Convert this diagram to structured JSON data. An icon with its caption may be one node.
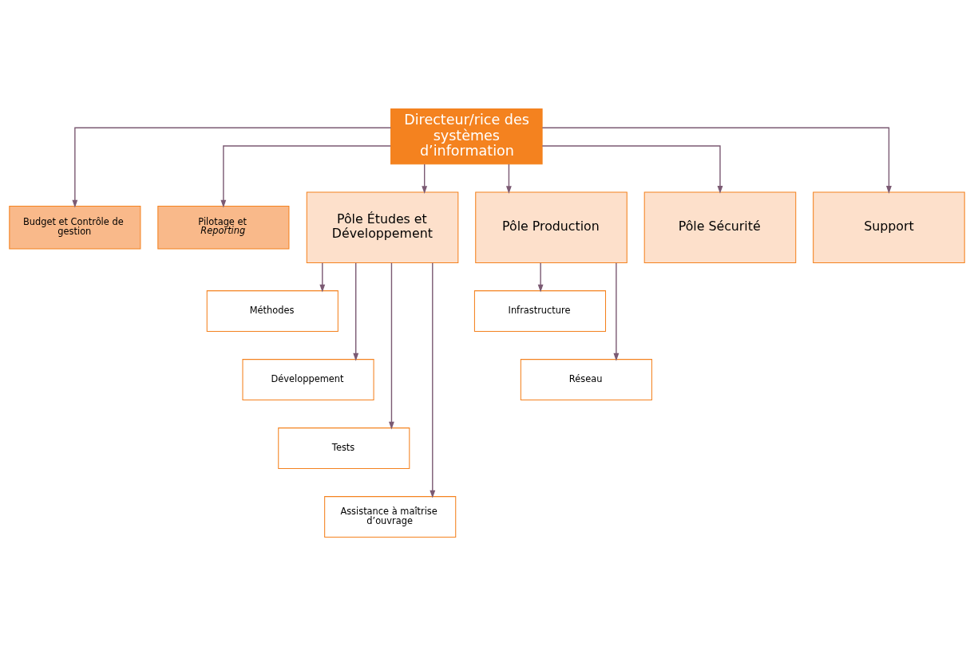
{
  "diagram": {
    "nodes": [
      {
        "text": [
          "Directeur/rice des systèmes d’information"
        ]
      },
      {
        "text": [
          "Budget et Contrôle de gestion"
        ]
      },
      {
        "text": [
          "Pilotage et *Reporting*"
        ]
      },
      {
        "text": [
          "Pôle Études et Développement"
        ]
      },
      {
        "text": [
          "Pôle Production"
        ]
      },
      {
        "text": [
          "Pôle Sécurité"
        ]
      },
      {
        "text": [
          "Support"
        ]
      },
      {
        "text": [
          "Méthodes"
        ]
      },
      {
        "text": [
          "Développement"
        ]
      },
      {
        "text": [
          "Tests"
        ]
      },
      {
        "text": [
          "Assistance à maîtrise d’ouvrage"
        ]
      },
      {
        "text": [
          "Infrastructure"
        ]
      },
      {
        "text": [
          "Réseau"
        ]
      }
    ],
    "edges": [
      {
        "from": 0,
        "to": 1,
        "arrow": "to"
      },
      {
        "from": 0,
        "to": 2,
        "arrow": "to"
      },
      {
        "from": 0,
        "to": 3,
        "arrow": "to"
      },
      {
        "from": 0,
        "to": 4,
        "arrow": "to"
      },
      {
        "from": 0,
        "to": 5,
        "arrow": "to"
      },
      {
        "from": 0,
        "to": 6,
        "arrow": "to"
      },
      {
        "from": 3,
        "to": 7,
        "arrow": "to"
      },
      {
        "from": 3,
        "to": 8,
        "arrow": "to"
      },
      {
        "from": 3,
        "to": 9,
        "arrow": "to"
      },
      {
        "from": 3,
        "to": 10,
        "arrow": "to"
      },
      {
        "from": 4,
        "to": 11,
        "arrow": "to"
      },
      {
        "from": 4,
        "to": 12,
        "arrow": "to"
      }
    ]
  }
}
